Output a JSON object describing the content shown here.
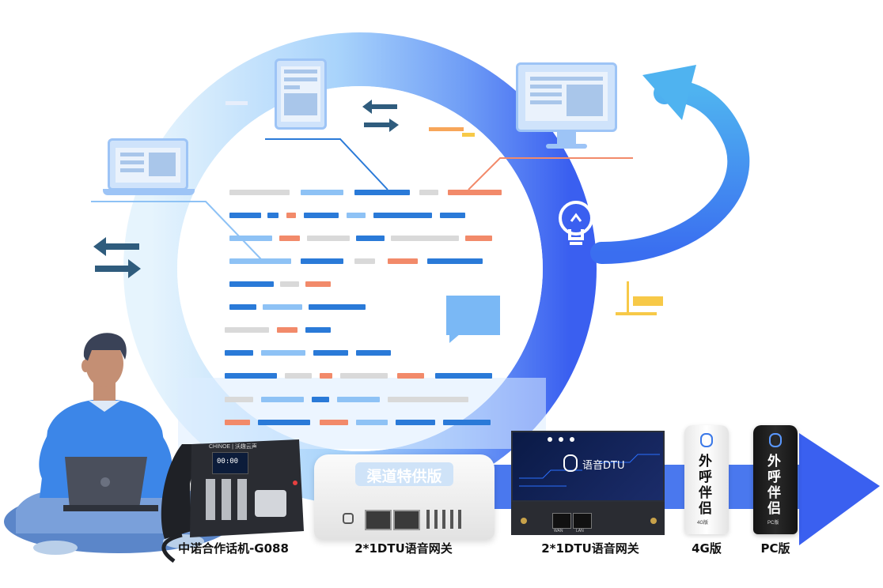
{
  "colors": {
    "ring_light": "#dbeefc",
    "ring_mid": "#7fb2f7",
    "ring_dark": "#3a5ff0",
    "bar_dark": "#2a7ad8",
    "bar_light": "#8ec2f5",
    "bar_gray": "#d9d9d9",
    "bar_orange": "#f28a6a",
    "arrow_dark": "#2f5c7d",
    "bubble": "#7ab8f5",
    "accent_yellow": "#f7c948"
  },
  "icons": {
    "laptop": "laptop-icon",
    "document": "document-icon",
    "monitor": "monitor-icon",
    "exchange": "exchange-arrows-icon",
    "bulb": "lightbulb-icon",
    "chat": "chat-bubble-icon",
    "cycle": "curved-arrow-icon"
  },
  "phone": {
    "brand": "CHINOE | 沃趣云声",
    "display_time": "00:00",
    "caption": "中诺合作话机-G088"
  },
  "gateway_white": {
    "badge": "渠道特供版",
    "caption": "2*1DTU语音网关"
  },
  "gateway_black": {
    "title": "语音DTU",
    "caption": "2*1DTU语音网关",
    "ports": [
      "WAN",
      "LAN"
    ]
  },
  "dongle_4g": {
    "text": "外呼伴侣",
    "tag": "4G版",
    "caption": "4G版"
  },
  "dongle_pc": {
    "text": "外呼伴侣",
    "tag": "PC版",
    "caption": "PC版"
  }
}
